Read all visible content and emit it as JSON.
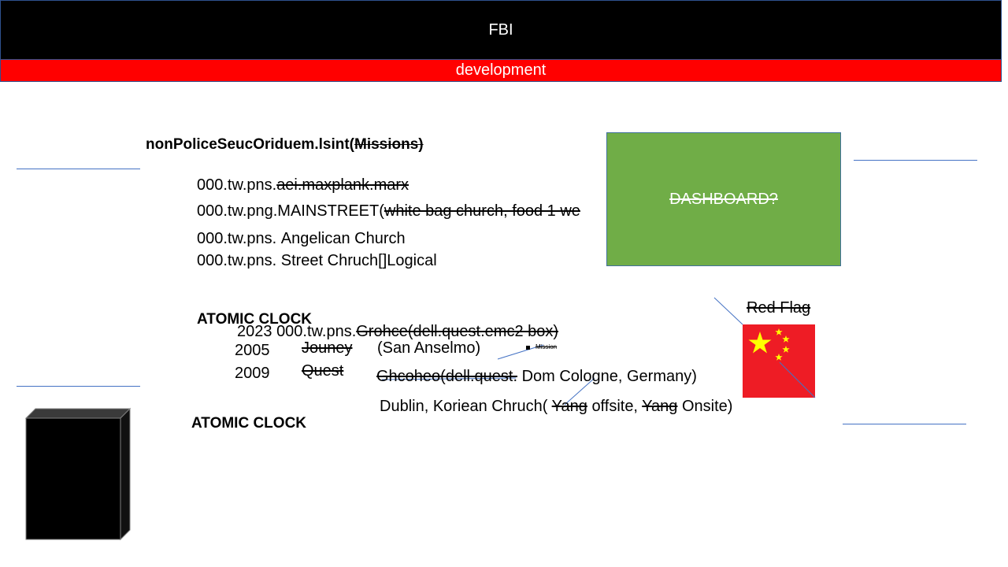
{
  "header": {
    "title": "FBI"
  },
  "environment": {
    "label": "development"
  },
  "heading": {
    "prefix": "nonPoliceSeucOriduem.lsint(",
    "struck": "Missions)"
  },
  "entries": [
    {
      "prefix": "000.tw.pns.",
      "struck": "aei.maxplank.marx",
      "suffix": ""
    },
    {
      "prefix": "000.tw.png.MAINSTREET(",
      "struck": "white bag church, food 1 we",
      "suffix": ""
    },
    {
      "prefix": "000.tw.pns.",
      "struck": "",
      "suffix": "Angelican Church"
    },
    {
      "prefix": "000.tw.pns.",
      "struck": "",
      "suffix": "Street Chruch[]Logical"
    }
  ],
  "dashboard": {
    "label": "DASHBOARD?"
  },
  "red_flag": {
    "label": "Red Flag"
  },
  "atomic_clock": {
    "label_top": "ATOMIC CLOCK",
    "label_bottom": "ATOMIC CLOCK"
  },
  "timeline": {
    "row_2023": {
      "year": "2023",
      "prefix": "000.tw.pns.",
      "struck": "Grohce(dell.quest.emc2 box)"
    },
    "row_2005": {
      "year": "2005",
      "struck": "Jouney",
      "place": "(San Anselmo)"
    },
    "row_2009": {
      "year": "2009",
      "struck": "Quest",
      "place_struck": "Ghcoheo(dell.quest.",
      "place": "Dom Cologne, Germany)"
    },
    "dublin": {
      "part1": "Dublin, Koriean Chruch(",
      "name1": "Yang",
      "part2": "offsite,",
      "name2": "Yang",
      "part3": "Onsite)"
    },
    "mission_label": "Mission"
  },
  "colors": {
    "header_bg": "#000000",
    "env_bg": "#ff0000",
    "dashboard_bg": "#70ad47",
    "flag_red": "#ee1c25",
    "flag_star": "#ffff00",
    "line_blue": "#4472c4"
  }
}
